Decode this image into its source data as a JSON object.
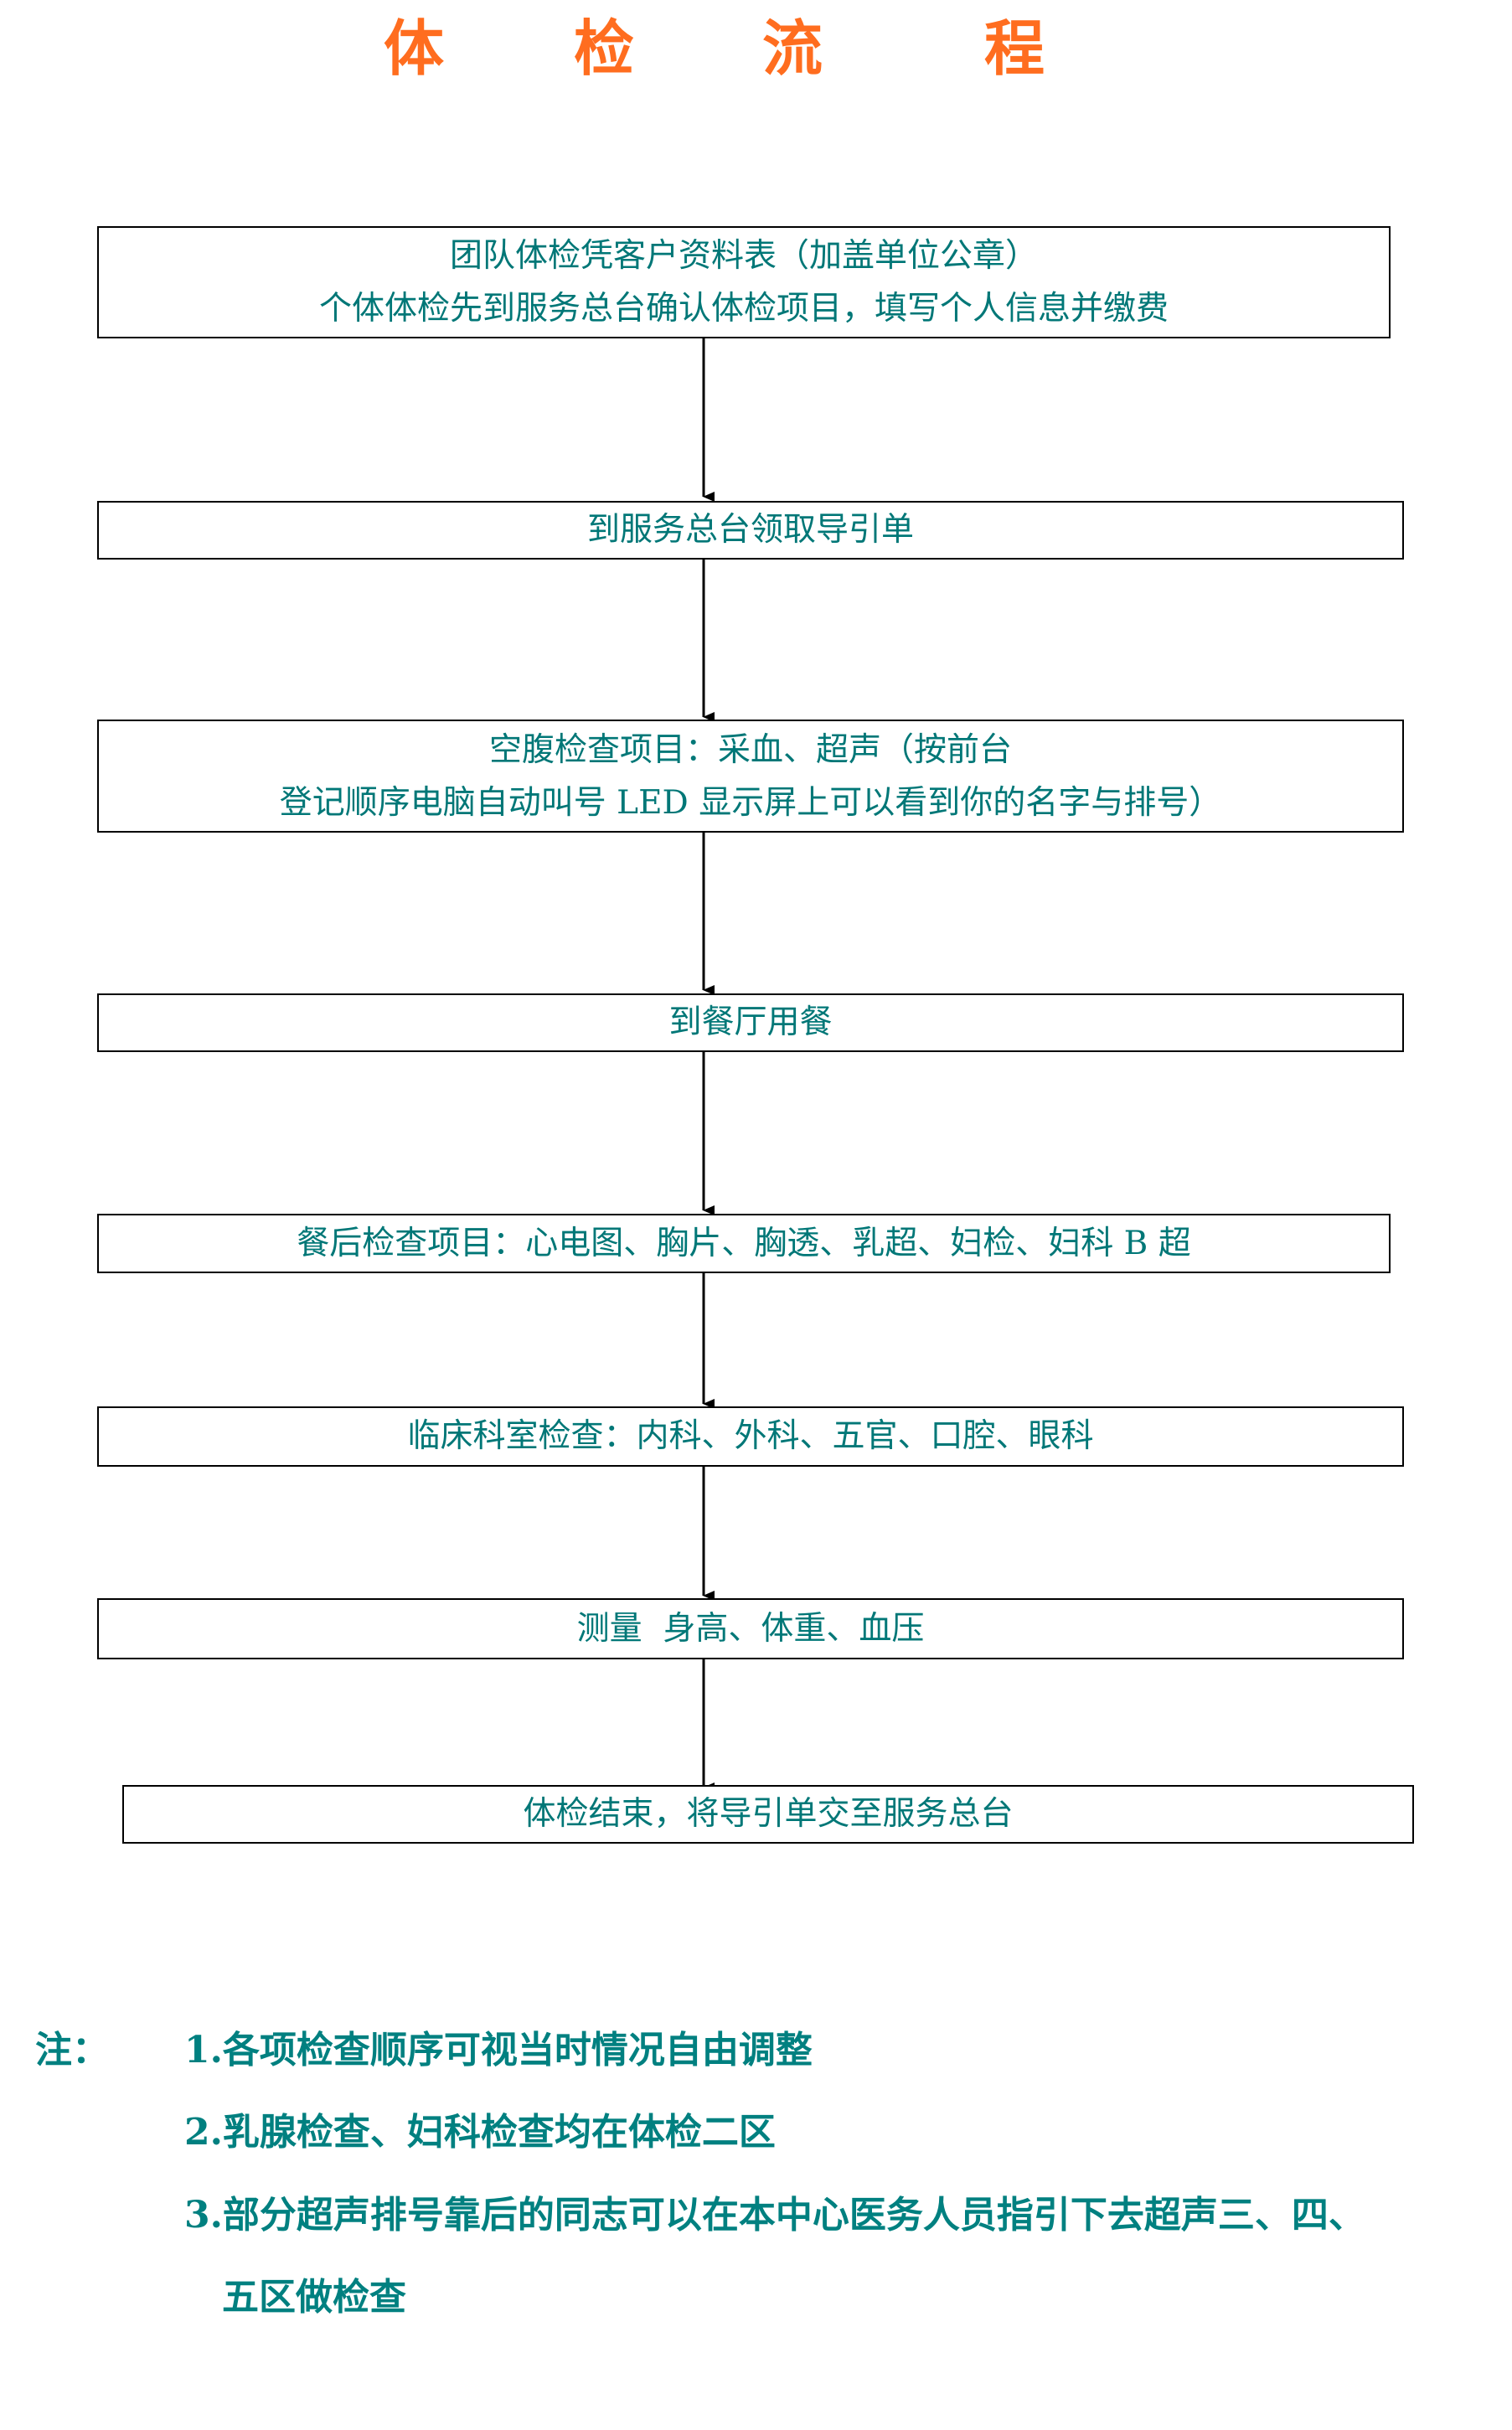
{
  "title": {
    "chars": [
      "体",
      "检",
      "流",
      "程"
    ]
  },
  "colors": {
    "title": "#ff6d1f",
    "box_text": "#007777",
    "note_text": "#008080",
    "border": "#000000"
  },
  "steps": [
    {
      "lines": [
        "团队体检凭客户资料表（加盖单位公章）",
        "个体体检先到服务总台确认体检项目，填写个人信息并缴费"
      ]
    },
    {
      "lines": [
        "到服务总台领取导引单"
      ]
    },
    {
      "lines": [
        "空腹检查项目：采血、超声（按前台",
        "登记顺序电脑自动叫号 LED 显示屏上可以看到你的名字与排号）"
      ]
    },
    {
      "lines": [
        "到餐厅用餐"
      ]
    },
    {
      "lines": [
        "餐后检查项目：心电图、胸片、胸透、乳超、妇检、妇科 B 超"
      ]
    },
    {
      "lines": [
        "临床科室检查：内科、外科、五官、口腔、眼科"
      ]
    },
    {
      "lines": [
        "测量  身高、体重、血压"
      ]
    },
    {
      "lines": [
        "体检结束，将导引单交至服务总台"
      ]
    }
  ],
  "notes": {
    "label": "注：",
    "items": [
      "1.各项检查顺序可视当时情况自由调整",
      "2.乳腺检查、妇科检查均在体检二区",
      "3.部分超声排号靠后的同志可以在本中心医务人员指引下去超声三、四、"
    ],
    "continuation": "五区做检查"
  }
}
